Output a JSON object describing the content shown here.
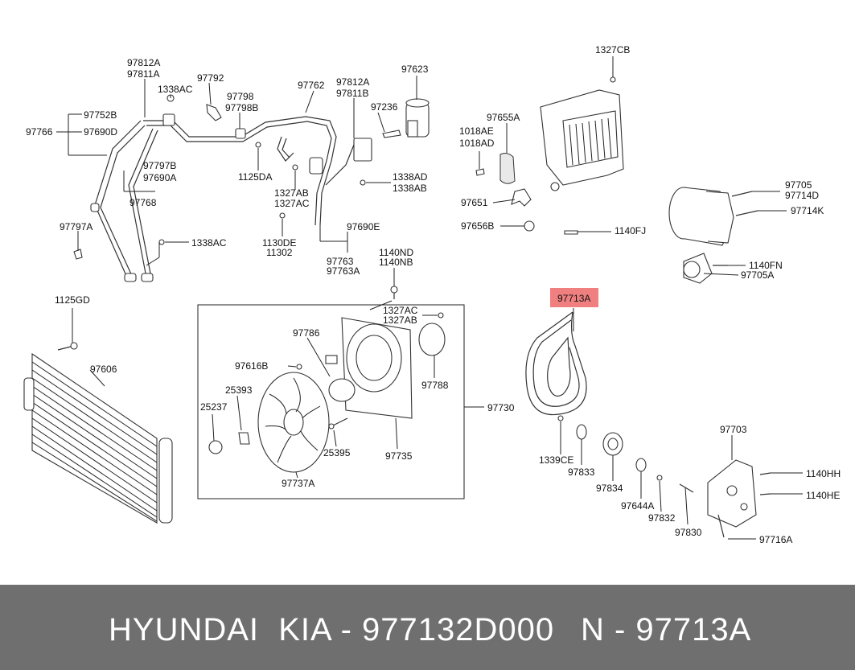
{
  "highlight": {
    "label": "97713A",
    "color": "#f08080"
  },
  "labels": {
    "l97812A_1": "97812A",
    "l97811A": "97811A",
    "l1338AC_1": "1338AC",
    "l97792": "97792",
    "l97752B": "97752B",
    "l97766": "97766",
    "l97690D": "97690D",
    "l97798": "97798",
    "l97798B": "97798B",
    "l97762": "97762",
    "l97812A_2": "97812A",
    "l97811B": "97811B",
    "l97623": "97623",
    "l97236": "97236",
    "l97797B": "97797B",
    "l97690A": "97690A",
    "l1125DA": "1125DA",
    "l97768": "97768",
    "l1327AB_1": "1327AB",
    "l1327AC_1": "1327AC",
    "l1338AD": "1338AD",
    "l1338AB": "1338AB",
    "l97797A": "97797A",
    "l1130DE": "1130DE",
    "l11302": "11302",
    "l97690E": "97690E",
    "l1338AC_2": "1338AC",
    "l97763": "97763",
    "l97763A": "97763A",
    "l1140ND": "1140ND",
    "l1140NB": "1140NB",
    "l1327CB": "1327CB",
    "l97655A": "97655A",
    "l1018AE": "1018AE",
    "l1018AD": "1018AD",
    "l97651": "97651",
    "l97656B": "97656B",
    "l1140FJ": "1140FJ",
    "l97705_1": "97705",
    "l97714D": "97714D",
    "l97714K": "97714K",
    "l1140FN": "1140FN",
    "l97705A": "97705A",
    "l1125GD": "1125GD",
    "l97606": "97606",
    "l1327AC_2": "1327AC",
    "l1327AB_2": "1327AB",
    "l97786": "97786",
    "l97616B": "97616B",
    "l97788": "97788",
    "l25393": "25393",
    "l25237": "25237",
    "l97730": "97730",
    "l25395": "25395",
    "l97735": "97735",
    "l97737A": "97737A",
    "l97703": "97703",
    "l1339CE": "1339CE",
    "l97833": "97833",
    "l97834": "97834",
    "l97644A": "97644A",
    "l97832": "97832",
    "l97830": "97830",
    "l1140HH": "1140HH",
    "l1140HE": "1140HE",
    "l97716A": "97716A"
  },
  "footer": {
    "left": "HYUNDAI  KIA - 977132D000",
    "right": "N - 97713A"
  }
}
